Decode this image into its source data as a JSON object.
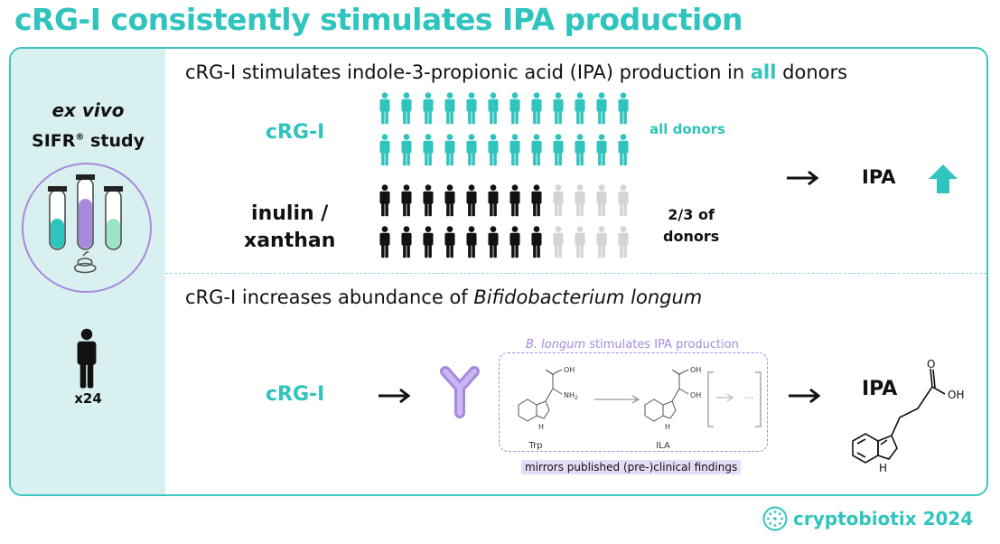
{
  "title": "cRG-I consistently stimulates IPA production",
  "sidebar": {
    "ex_vivo": "ex vivo",
    "study_name": "SIFR",
    "study_sup": "®",
    "study_word": "study",
    "donor_count": "x24"
  },
  "top_section": {
    "heading_pre": "cRG-I stimulates indole-3-propionic acid (IPA) production in ",
    "heading_highlight": "all",
    "heading_post": " donors",
    "crgi_label": "cRG-I",
    "inulin_line1": "inulin /",
    "inulin_line2": "xanthan",
    "all_donors": "all donors",
    "two_thirds_line1": "2/3 of",
    "two_thirds_line2": "donors",
    "result": "IPA",
    "crgi_responders": 24,
    "inulin_responders": 16,
    "total_donors": 24
  },
  "bottom_section": {
    "heading_pre": "cRG-I increases abundance of ",
    "heading_italic": "Bifidobacterium longum",
    "crgi_label": "cRG-I",
    "box_title_italic": "B. longum",
    "box_title_rest": " stimulates IPA production",
    "trp_label": "Trp",
    "ila_label": "ILA",
    "ellipsis": "···",
    "mirrors": "mirrors published (pre-)clinical findings",
    "result": "IPA"
  },
  "molecule_labels": {
    "oh": "OH",
    "o": "O",
    "nh2": "NH",
    "nh2_sub": "2",
    "h": "H",
    "ipa_oh": "OH",
    "ipa_o": "O",
    "ipa_h": "H"
  },
  "brand": "cryptobiotix 2024",
  "colors": {
    "teal": "#2fc4bd",
    "purple": "#a889e0",
    "grey_person": "#d4d4d4",
    "black_person": "#111111"
  }
}
